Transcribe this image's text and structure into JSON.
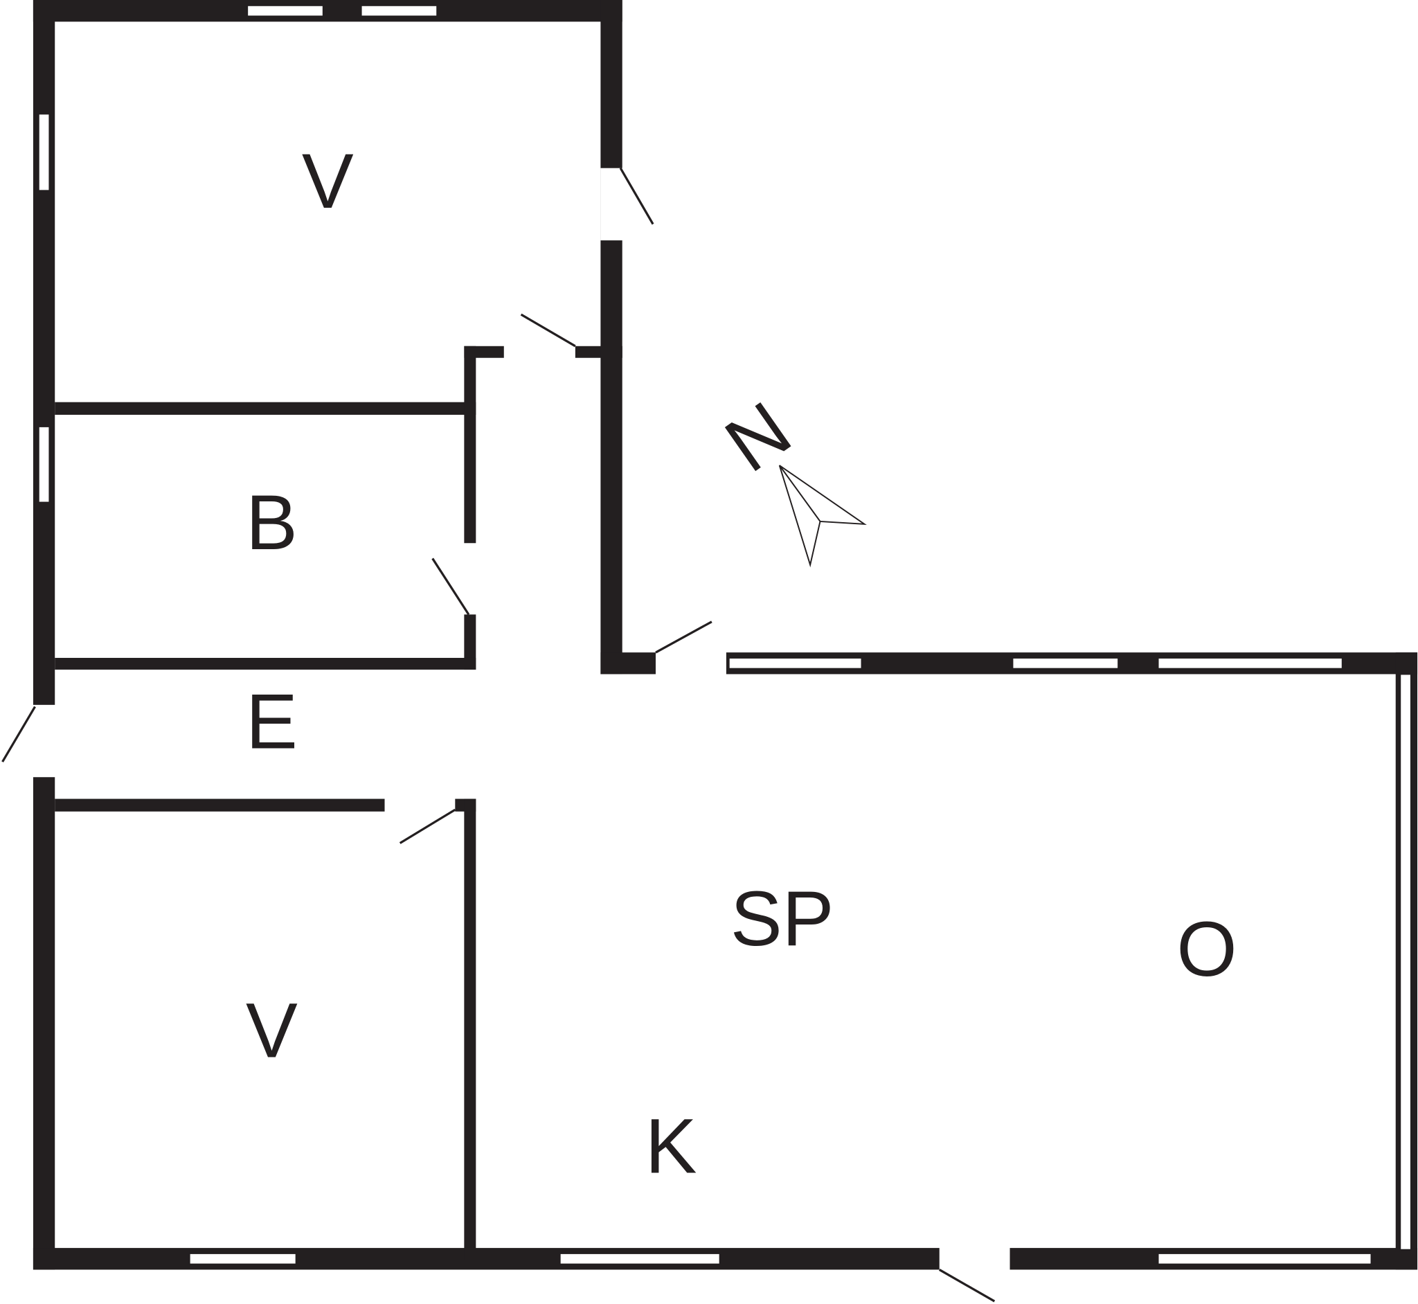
{
  "rooms": {
    "bedroom_top": "V",
    "bathroom": "B",
    "entrance": "E",
    "bedroom_bottom": "V",
    "living": "SP",
    "open_area": "O",
    "kitchen": "K"
  },
  "compass": {
    "north_label": "N"
  },
  "colors": {
    "wall": "#231f20",
    "background": "#ffffff"
  }
}
